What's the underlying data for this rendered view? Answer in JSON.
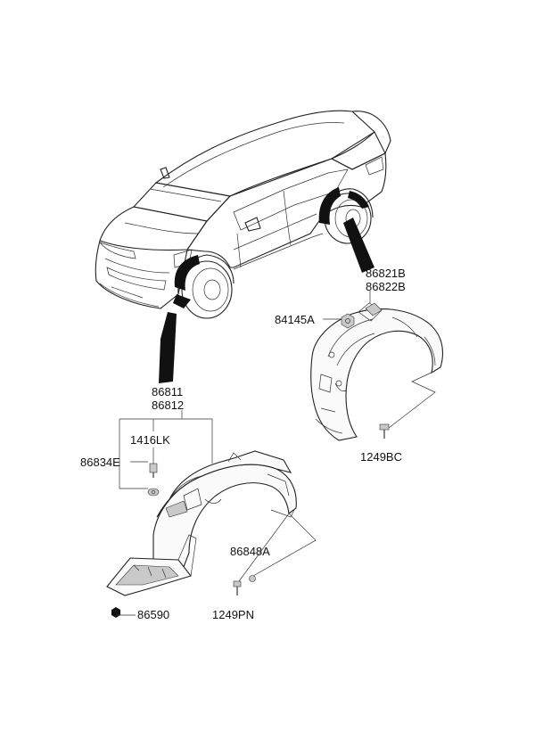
{
  "diagram": {
    "part_labels": {
      "rear_liner_lh": "86821B",
      "rear_liner_rh": "86822B",
      "rear_nut": "84145A",
      "rear_screw": "1249BC",
      "front_liner_lh": "86811",
      "front_liner_rh": "86812",
      "front_clip": "1416LK",
      "front_retainer": "86834E",
      "front_bracket": "86848A",
      "front_screw": "1249PN",
      "front_nut": "86590"
    }
  }
}
